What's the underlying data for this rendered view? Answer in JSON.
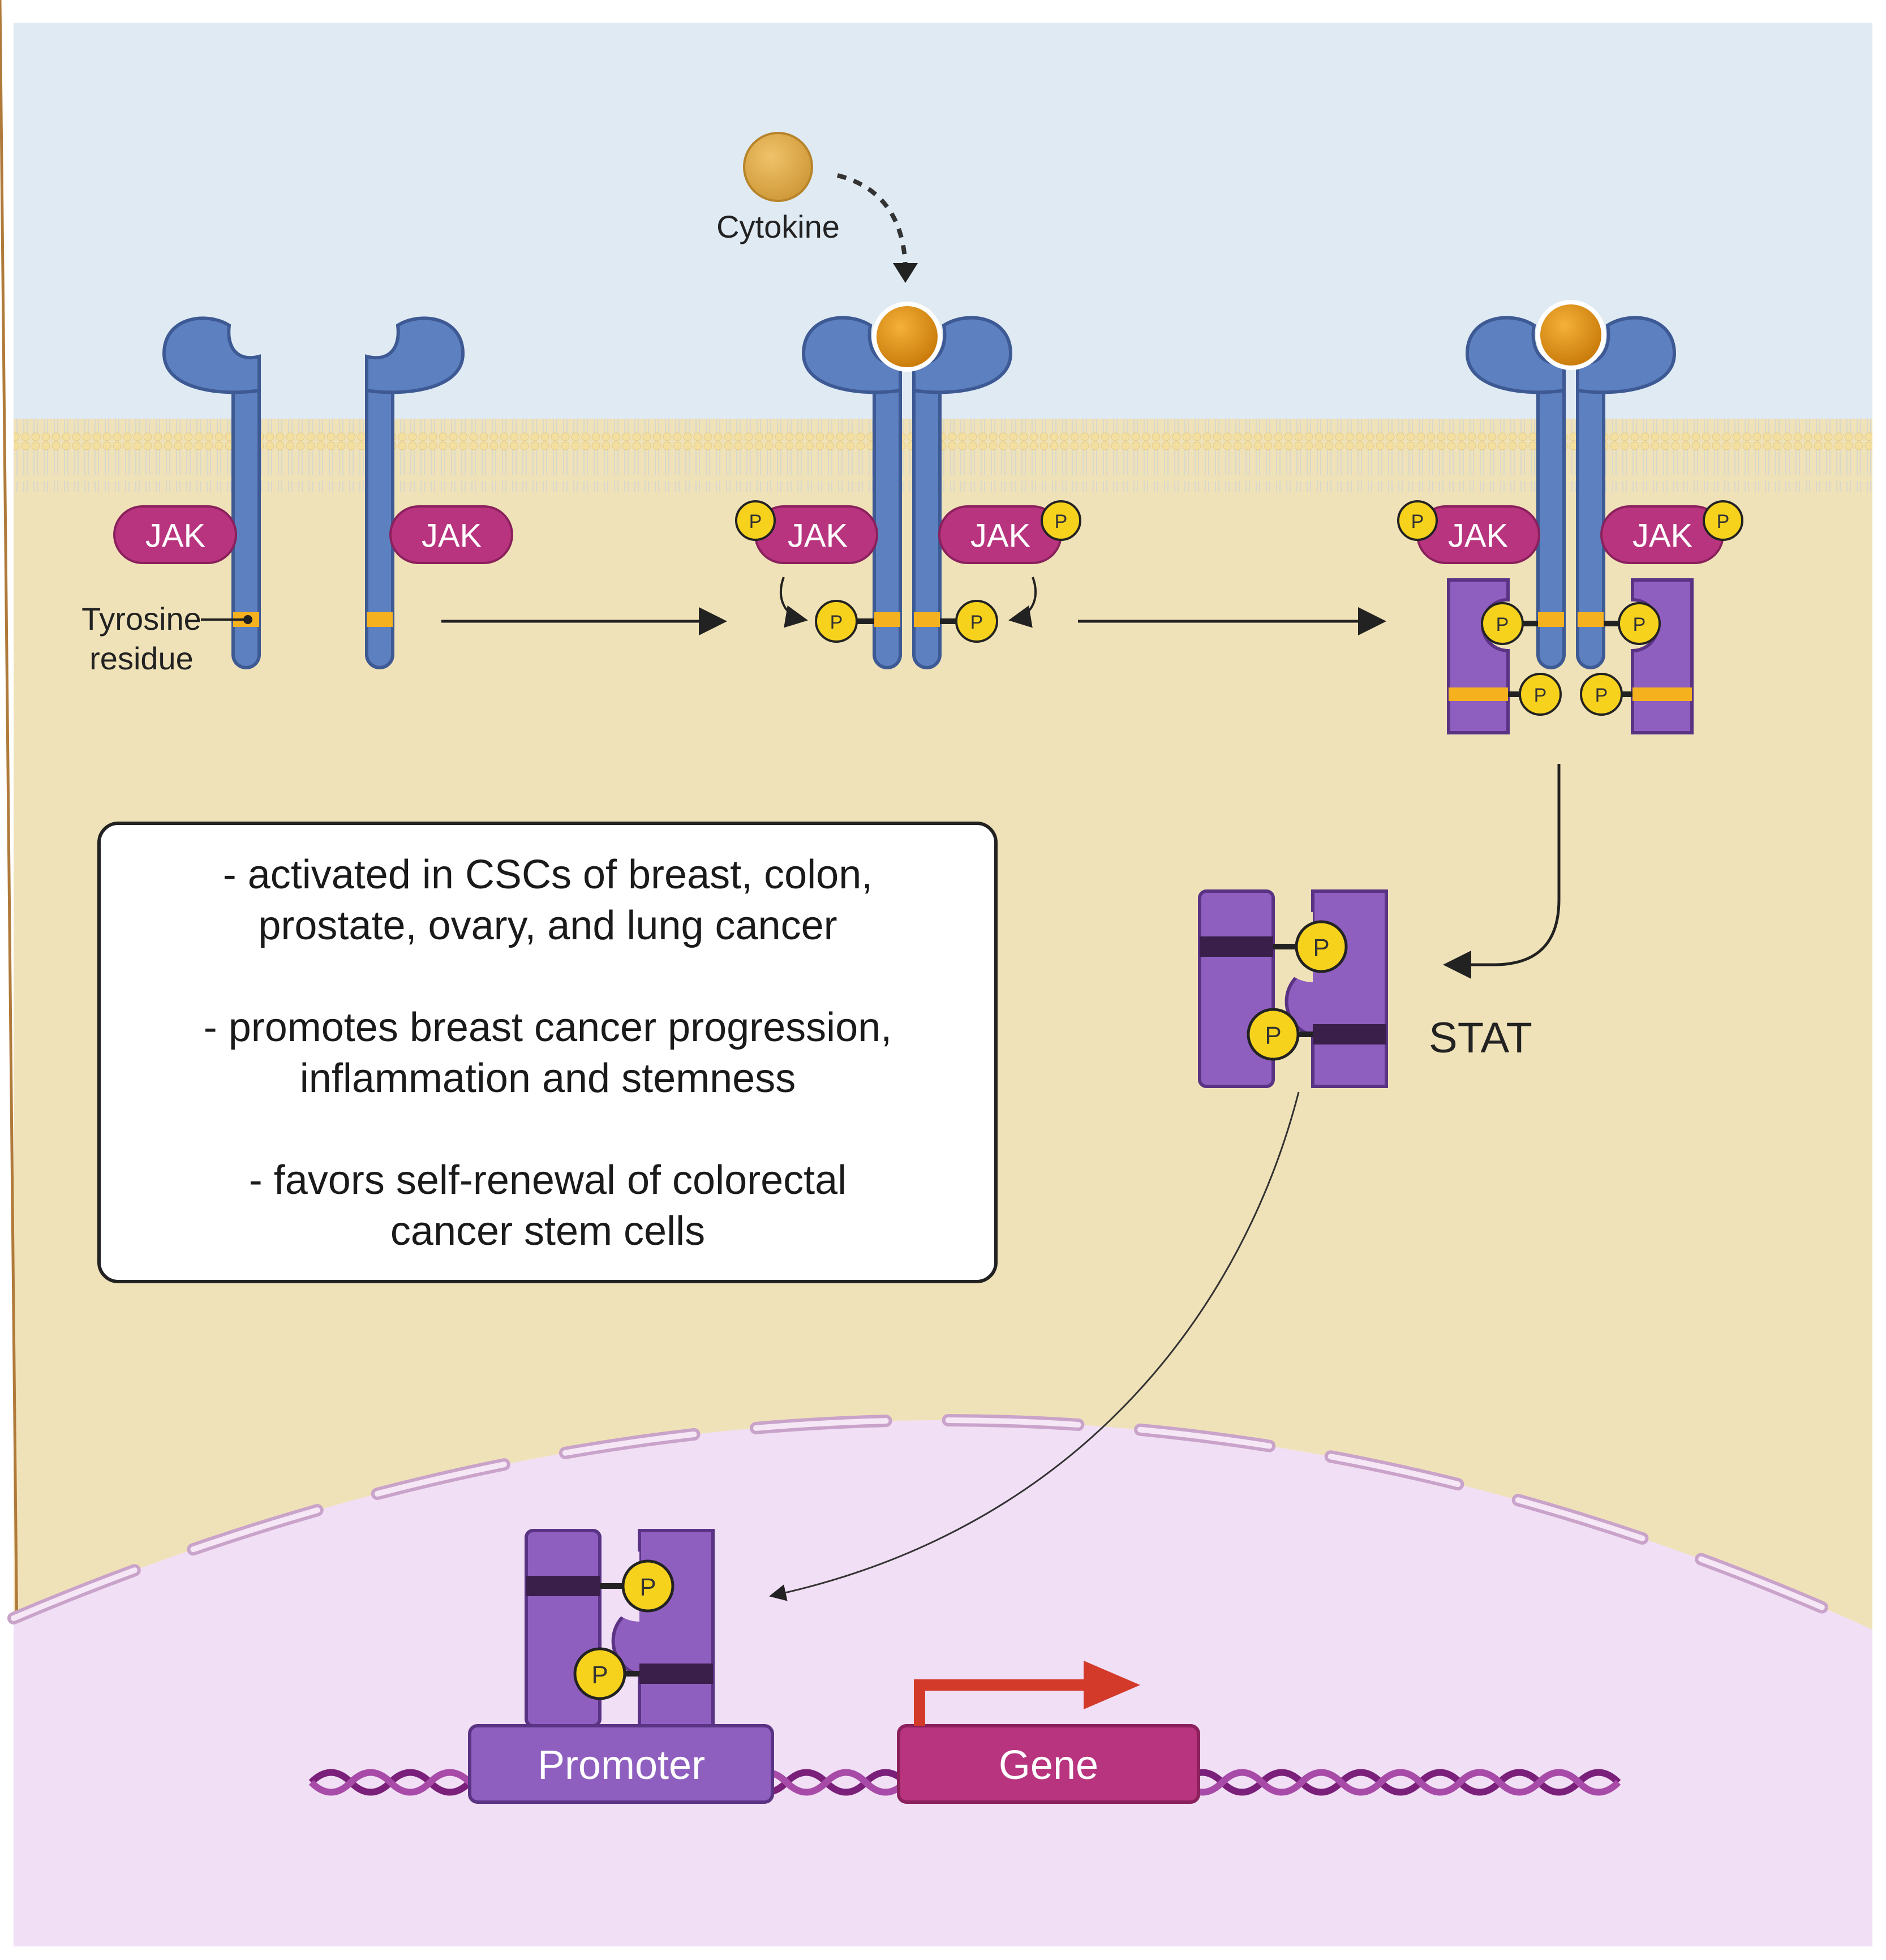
{
  "labels": {
    "cytokine": "Cytokine",
    "tyrosine_line1": "Tyrosine",
    "tyrosine_line2": "residue",
    "jak": "JAK",
    "phospho": "P",
    "stat": "STAT",
    "promoter": "Promoter",
    "gene": "Gene"
  },
  "info_box": {
    "lines": [
      "- activated in CSCs of breast, colon,",
      "prostate, ovary, and lung cancer",
      "- promotes breast cancer progression,",
      "inflammation and stemness",
      "- favors self-renewal of colorectal",
      "cancer stem cells"
    ]
  },
  "colors": {
    "extracellular": "#dfeaf3",
    "cytoplasm": "#f0e2b8",
    "nucleus": "#f1dff5",
    "receptor": "#5d80c0",
    "receptor_dark": "#3e5a94",
    "jak": "#b8347f",
    "stat": "#8f5fc0",
    "stat_dark": "#3a1f4a",
    "phosphate": "#f7d21d",
    "cytokine": "#d4860a",
    "tyrosine": "#f5b11e",
    "gene_arrow": "#d43a2a",
    "dna": "#7a1f7a"
  }
}
